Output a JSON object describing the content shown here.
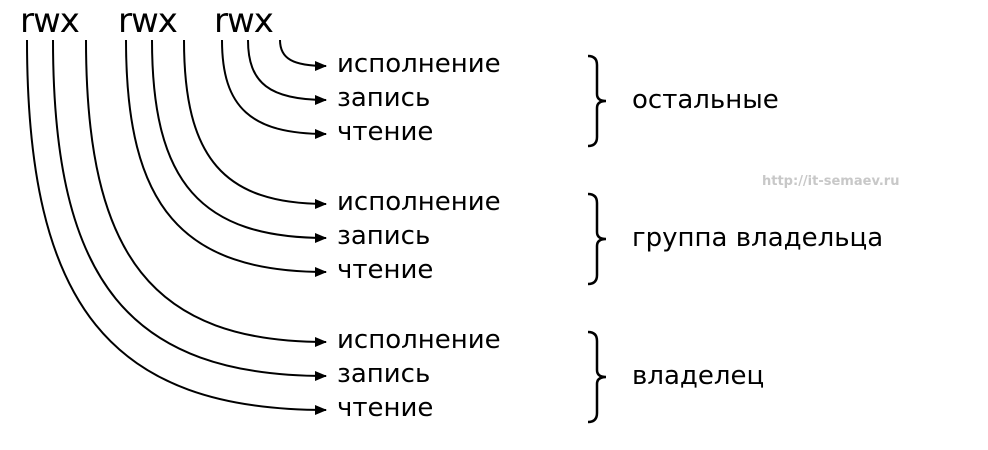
{
  "header": {
    "groups": [
      "rwx",
      "rwx",
      "rwx"
    ]
  },
  "permissions": [
    "исполнение",
    "запись",
    "чтение",
    "исполнение",
    "запись",
    "чтение",
    "исполнение",
    "запись",
    "чтение"
  ],
  "brackets": [
    {
      "label": "остальные"
    },
    {
      "label": "группа владельца"
    },
    {
      "label": "владелец"
    }
  ],
  "watermark": "http://it-semaev.ru",
  "colors": {
    "ink": "#000000",
    "watermark": "#c8c8c8",
    "background": "#ffffff"
  }
}
